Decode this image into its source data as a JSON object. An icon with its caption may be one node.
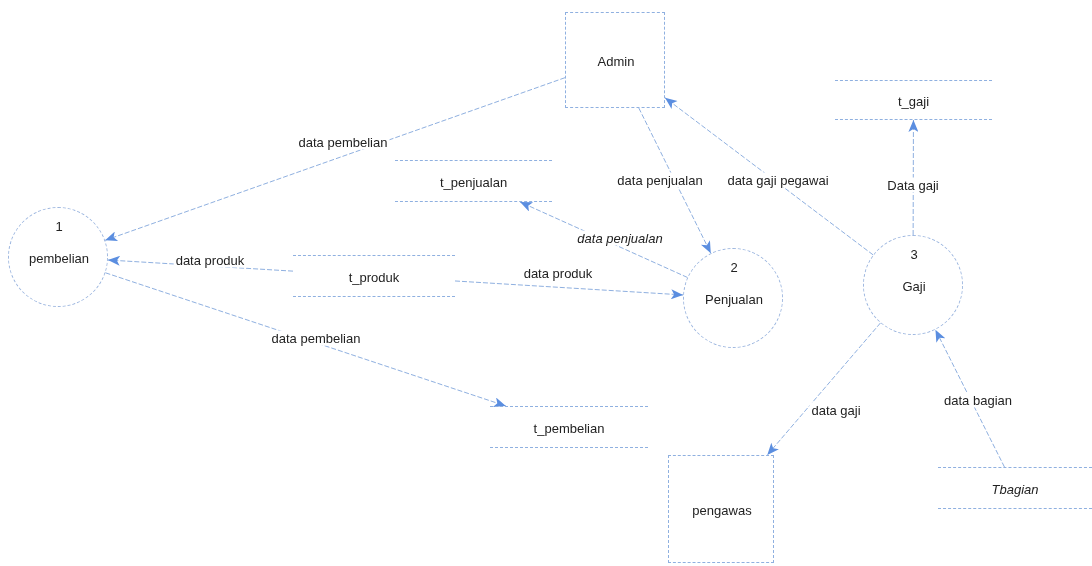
{
  "diagram": {
    "nodes": [
      {
        "text": [
          "Admin"
        ]
      },
      {
        "text": [
          "t_gaji"
        ]
      },
      {
        "text": [
          "t_penjualan"
        ]
      },
      {
        "text": [
          "1",
          "pembelian"
        ]
      },
      {
        "text": [
          "t_produk"
        ]
      },
      {
        "text": [
          "2",
          "Penjualan"
        ]
      },
      {
        "text": [
          "3",
          "Gaji"
        ]
      },
      {
        "text": [
          "t_pembelian"
        ]
      },
      {
        "text": [
          "pengawas"
        ]
      },
      {
        "text": [
          "Tbagian"
        ]
      }
    ],
    "edges": [
      {
        "from": 0,
        "to": 3,
        "arrow": "to",
        "label": "data pembelian"
      },
      {
        "from": 0,
        "to": 5,
        "arrow": "to",
        "label": "data penjualan"
      },
      {
        "from": 6,
        "to": 0,
        "arrow": "to",
        "label": "data gaji pegawai"
      },
      {
        "from": 6,
        "to": 1,
        "arrow": "to",
        "label": "Data gaji"
      },
      {
        "from": 5,
        "to": 2,
        "arrow": "to",
        "label": "data penjualan"
      },
      {
        "from": 4,
        "to": 3,
        "arrow": "to",
        "label": "data produk"
      },
      {
        "from": 4,
        "to": 5,
        "arrow": "to",
        "label": "data produk"
      },
      {
        "from": 3,
        "to": 7,
        "arrow": "to",
        "label": "data pembelian"
      },
      {
        "from": 6,
        "to": 8,
        "arrow": "to",
        "label": "data gaji"
      },
      {
        "from": 9,
        "to": 6,
        "arrow": "to",
        "label": "data bagian"
      }
    ]
  }
}
